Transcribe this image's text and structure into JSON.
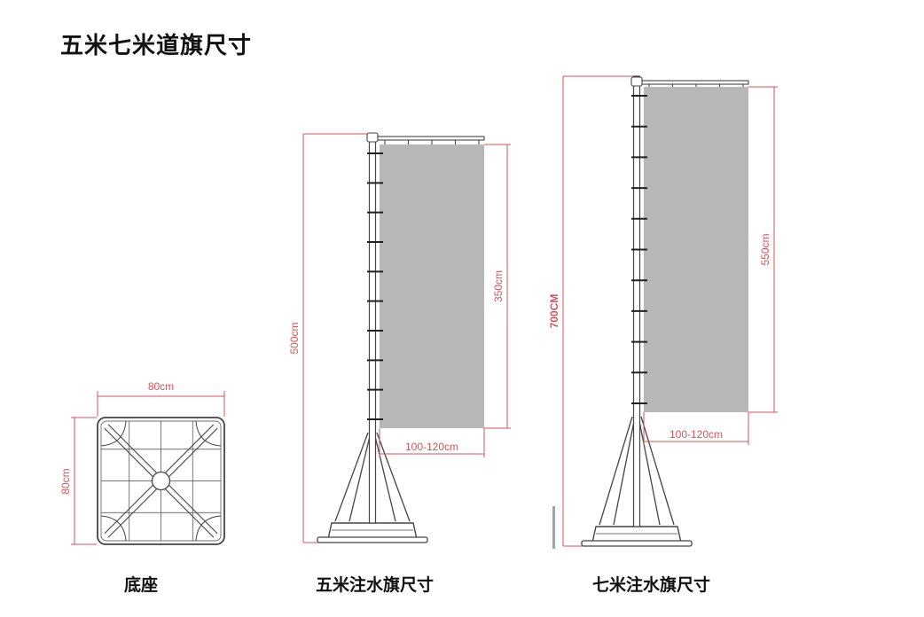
{
  "title": "五米七米道旗尺寸",
  "colors": {
    "dimension": "#d9535b",
    "outline": "#444444",
    "flag_fill": "#b7b7b7",
    "marker": "#9aa6b8"
  },
  "base": {
    "caption": "底座",
    "width_label": "80cm",
    "depth_label": "80cm"
  },
  "flag_5m": {
    "caption": "五米注水旗尺寸",
    "height_label": "500cm",
    "flag_height_label": "350cm",
    "flag_width_label": "100-120cm"
  },
  "flag_7m": {
    "caption": "七米注水旗尺寸",
    "height_label": "700CM",
    "flag_height_label": "550cm",
    "flag_width_label": "100-120cm"
  }
}
